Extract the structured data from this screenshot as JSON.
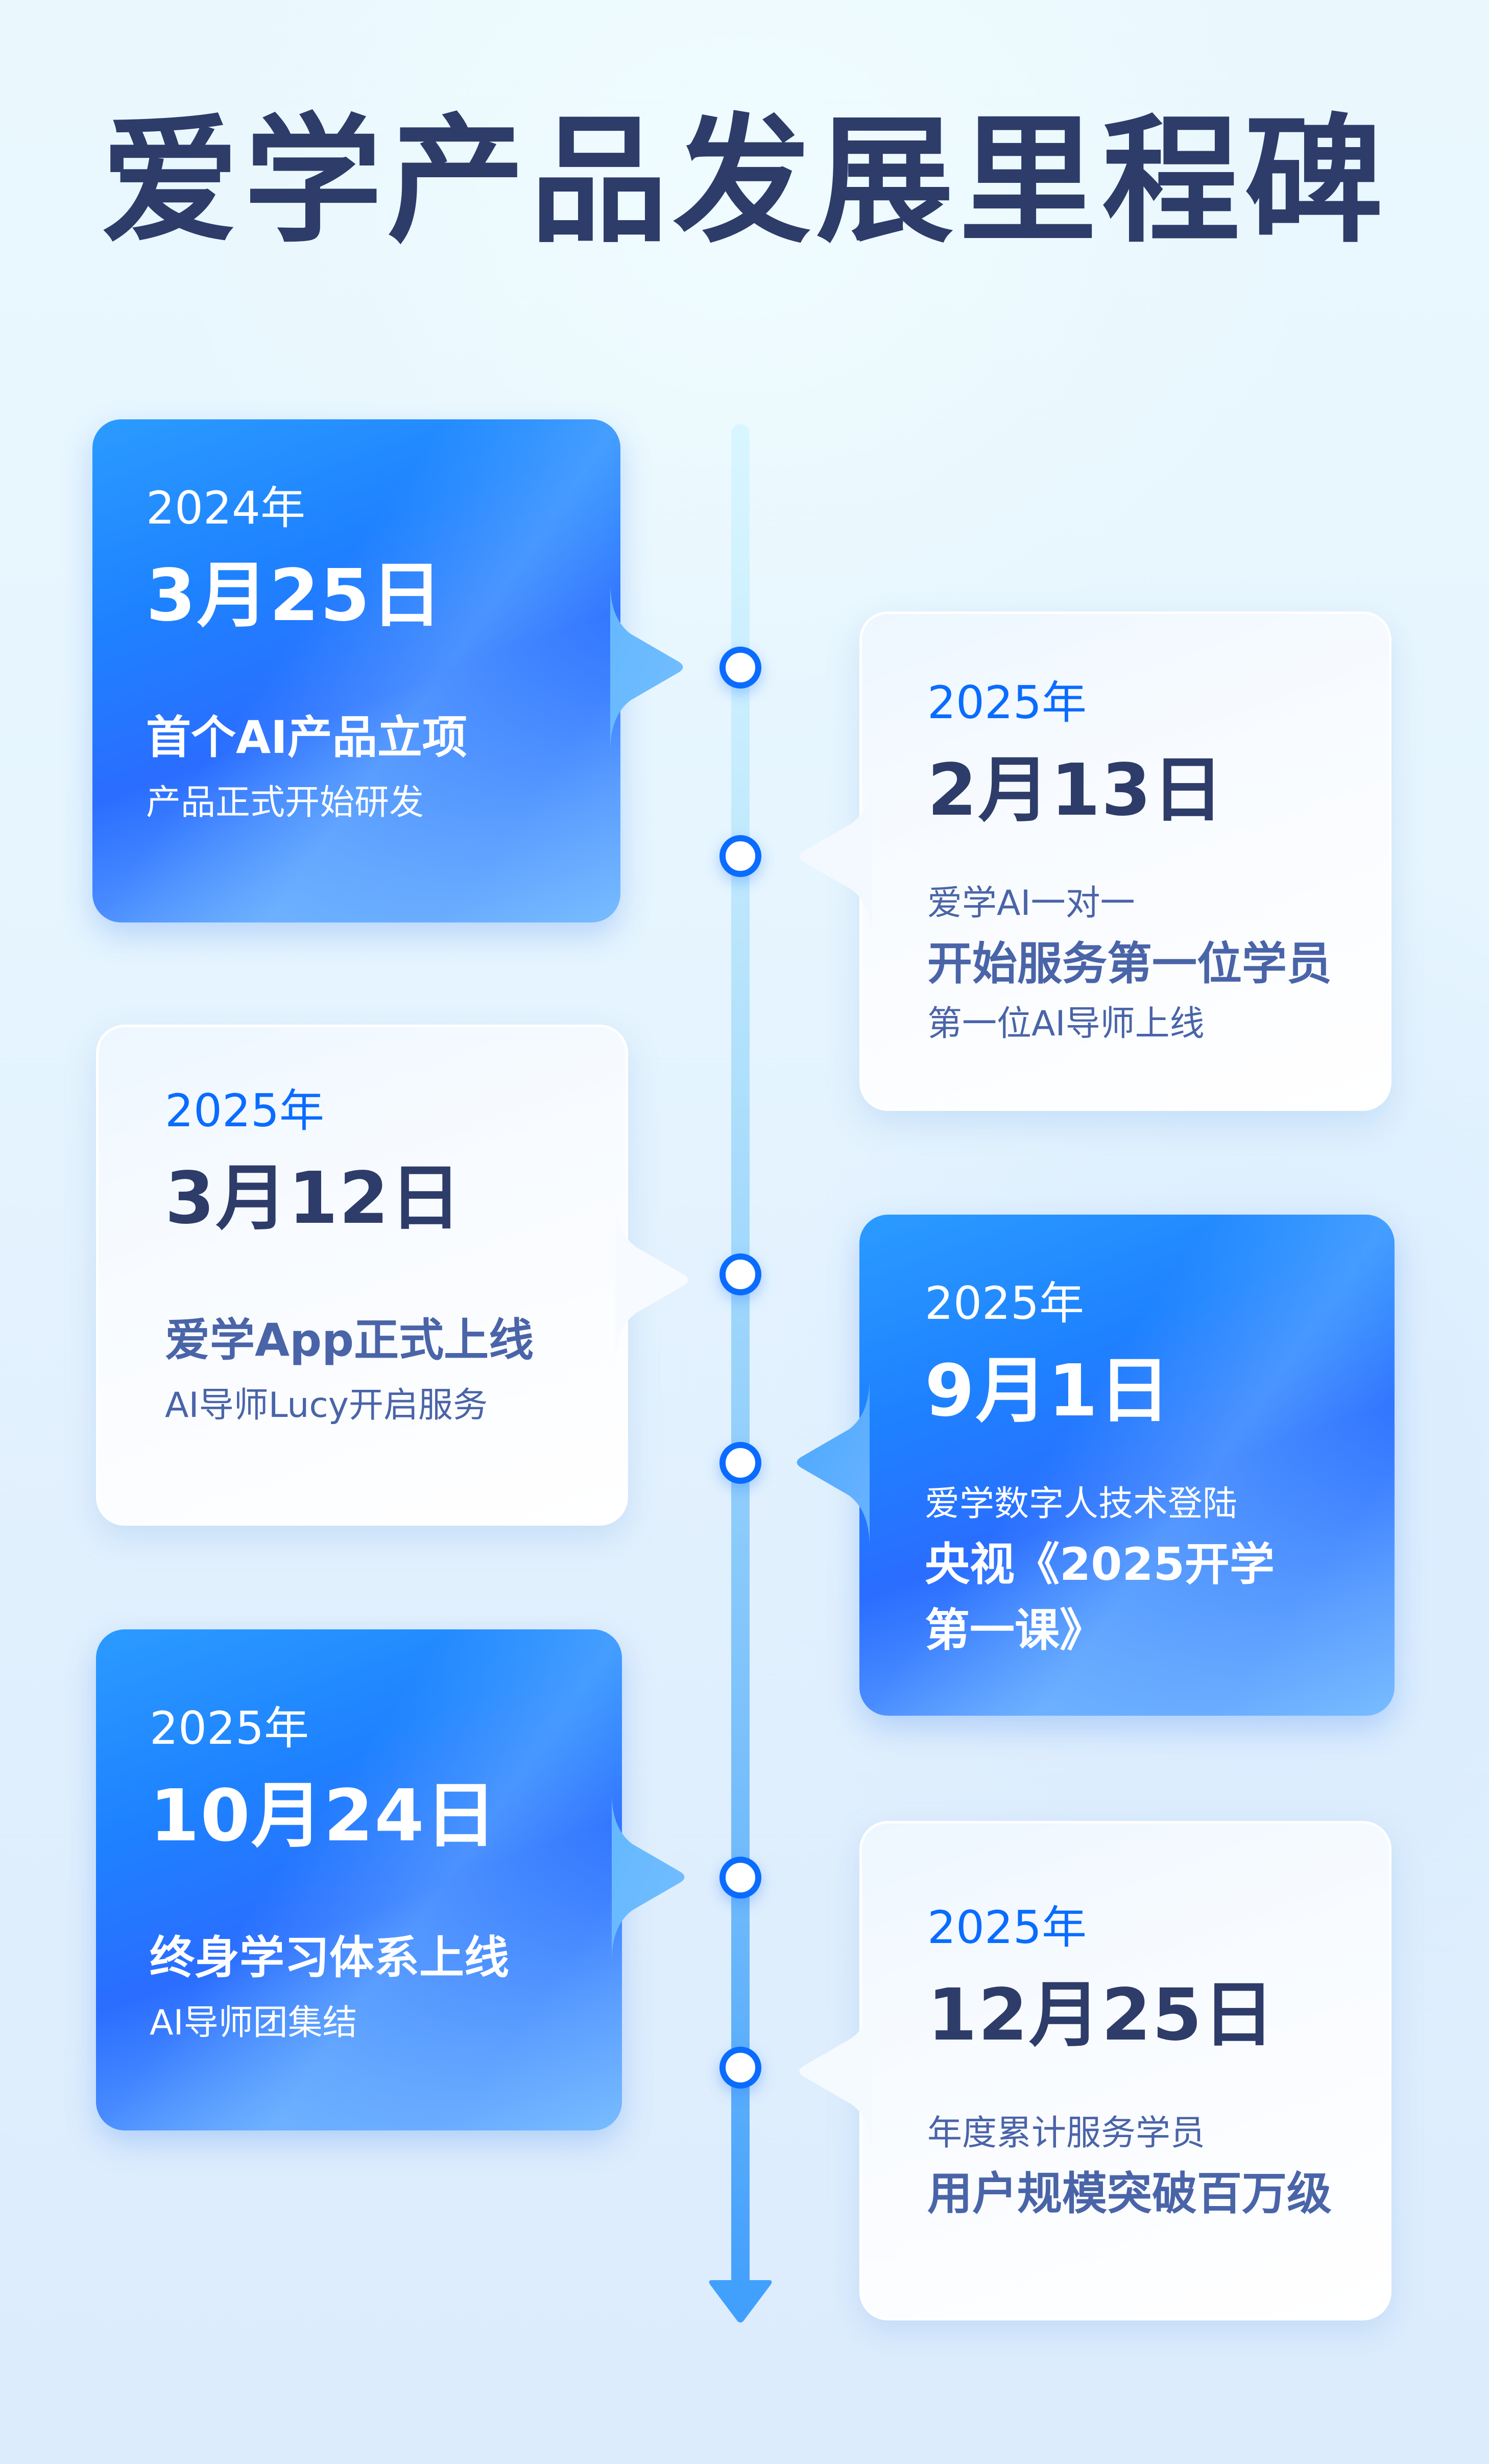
{
  "page": {
    "title": "爱学产品发展里程碑"
  },
  "colors": {
    "title": "#2e3c6a",
    "accent_blue": "#0a6cff",
    "date_dark": "#2e3c6a",
    "text_indigo": "#4a64a8",
    "timeline_start": "#d9f6ff",
    "timeline_end": "#44a0fb"
  },
  "timeline": {
    "arrow_icon": "arrow-down-icon",
    "milestones": [
      {
        "side": "left",
        "style": "blue",
        "year": "2024年",
        "date": "3月25日",
        "headline": "首个AI产品立项",
        "detail": "产品正式开始研发"
      },
      {
        "side": "right",
        "style": "white",
        "year": "2025年",
        "date": "2月13日",
        "intro": "爱学AI一对一",
        "headline": "开始服务第一位学员",
        "detail": "第一位AI导师上线"
      },
      {
        "side": "left",
        "style": "white",
        "year": "2025年",
        "date": "3月12日",
        "headline": "爱学App正式上线",
        "detail": "AI导师Lucy开启服务"
      },
      {
        "side": "right",
        "style": "blue",
        "year": "2025年",
        "date": "9月1日",
        "intro": "爱学数字人技术登陆",
        "headline_line1": "央视《2025开学",
        "headline_line2": "第一课》"
      },
      {
        "side": "left",
        "style": "blue",
        "year": "2025年",
        "date": "10月24日",
        "headline": "终身学习体系上线",
        "detail": "AI导师团集结"
      },
      {
        "side": "right",
        "style": "white",
        "year": "2025年",
        "date": "12月25日",
        "intro": "年度累计服务学员",
        "headline": "用户规模突破百万级"
      }
    ]
  }
}
